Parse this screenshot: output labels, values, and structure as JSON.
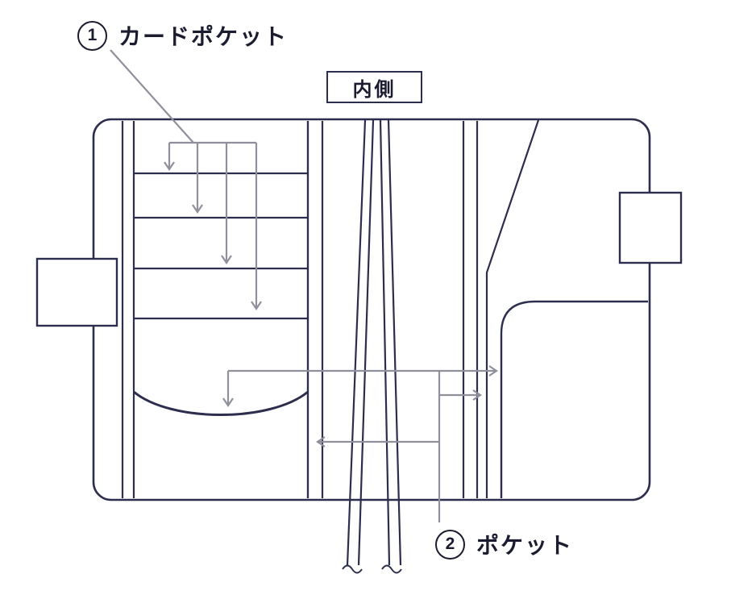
{
  "diagram": {
    "labels": {
      "card_pocket": {
        "number": "1",
        "text": "カードポケット"
      },
      "inner_side": "内側",
      "pocket": {
        "number": "2",
        "text": "ポケット"
      }
    },
    "colors": {
      "line": "#2d2d4d",
      "arrow": "#8f909c",
      "text": "#1c1c30",
      "background": "#ffffff"
    }
  }
}
